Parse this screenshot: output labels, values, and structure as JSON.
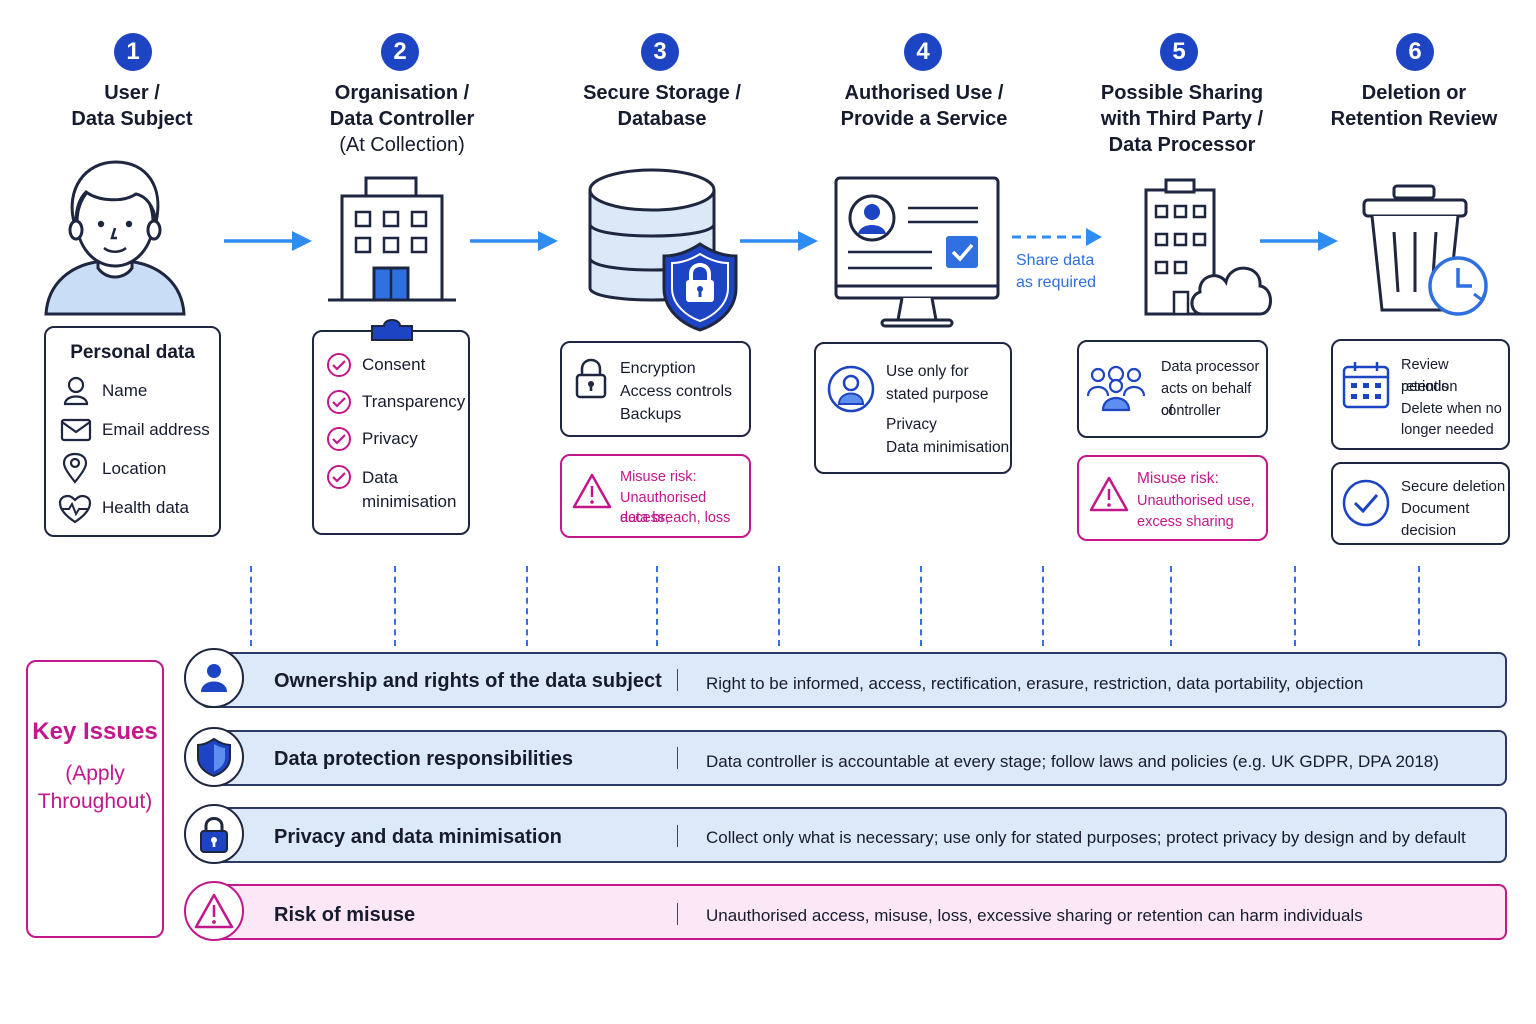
{
  "stages": [
    {
      "number": "1",
      "title_lines": [
        "User /",
        "Data Subject"
      ]
    },
    {
      "number": "2",
      "title_lines": [
        "Organisation /",
        "Data Controller"
      ],
      "subtitle": "(At Collection)"
    },
    {
      "number": "3",
      "title_lines": [
        "Secure Storage /",
        "Database"
      ]
    },
    {
      "number": "4",
      "title_lines": [
        "Authorised Use /",
        "Provide a Service"
      ]
    },
    {
      "number": "5",
      "title_lines": [
        "Possible Sharing",
        "with Third Party /",
        "Data Processor"
      ]
    },
    {
      "number": "6",
      "title_lines": [
        "Deletion or",
        "Retention Review"
      ]
    }
  ],
  "personal_data": {
    "heading": "Personal data",
    "items": [
      {
        "icon": "person-icon",
        "label": "Name"
      },
      {
        "icon": "envelope-icon",
        "label": "Email address"
      },
      {
        "icon": "location-pin-icon",
        "label": "Location"
      },
      {
        "icon": "heart-pulse-icon",
        "label": "Health data"
      }
    ]
  },
  "collection_checklist": [
    "Consent",
    "Transparency",
    "Privacy",
    "Data minimisation"
  ],
  "storage_card": [
    "Encryption",
    "Access controls",
    "Backups"
  ],
  "storage_risk": {
    "title": "Misuse risk:",
    "lines": [
      "Unauthorised access,",
      "data breach, loss"
    ]
  },
  "use_card": [
    "Use only for",
    "stated purpose",
    "Privacy",
    "Data minimisation"
  ],
  "share_label": [
    "Share data",
    "as required"
  ],
  "processor_card": [
    "Data processor",
    "acts on behalf of",
    "controller"
  ],
  "sharing_risk": {
    "title": "Misuse risk:",
    "lines": [
      "Unauthorised use,",
      "excess sharing"
    ]
  },
  "retention_card": [
    "Review retention",
    "periods",
    "Delete when no",
    "longer needed"
  ],
  "deletion_card": [
    "Secure deletion",
    "Document",
    "decision"
  ],
  "key_issues": {
    "title": "Key Issues",
    "subtitle_lines": [
      "(Apply",
      "Throughout)"
    ]
  },
  "issues": [
    {
      "icon": "user-circle-icon",
      "title": "Ownership and rights of the data subject",
      "description": "Right to be informed, access, rectification, erasure, restriction, data portability, objection",
      "kind": "normal"
    },
    {
      "icon": "shield-icon",
      "title": "Data protection responsibilities",
      "description": "Data controller is accountable at every stage; follow laws and policies (e.g. UK GDPR, DPA 2018)",
      "kind": "normal"
    },
    {
      "icon": "padlock-icon",
      "title": "Privacy and data minimisation",
      "description": "Collect only what is necessary; use only for stated purposes; protect privacy by design and by default",
      "kind": "normal"
    },
    {
      "icon": "warning-triangle-icon",
      "title": "Risk of misuse",
      "description": "Unauthorised access, misuse, loss, excessive sharing or retention can harm individuals",
      "kind": "risk"
    }
  ],
  "colors": {
    "badge_blue": "#1d44c2",
    "arrow_blue": "#2f8cf0",
    "risk_magenta": "#c2188c",
    "issue_fill": "#dce9f8",
    "risk_fill": "#fbe7f6",
    "ink": "#161b2e"
  }
}
